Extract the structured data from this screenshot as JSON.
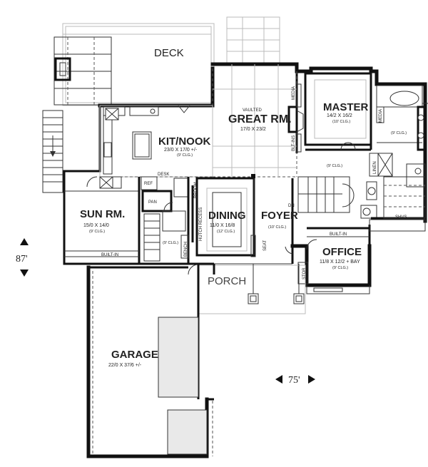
{
  "rooms": {
    "deck": {
      "name": "DECK"
    },
    "great_room": {
      "vaulted": "VAULTED",
      "name": "GREAT RM.",
      "dims": "17/0 X 23/2"
    },
    "master": {
      "name": "MASTER",
      "dims": "14/2 X 16/2",
      "ceiling": "(10' CLG.)"
    },
    "kit_nook": {
      "name": "KIT/NOOK",
      "dims": "23/0 X 17/0 +/-",
      "ceiling": "(9' CLG.)"
    },
    "sun_room": {
      "name": "SUN RM.",
      "dims": "15/0 X 14/0",
      "ceiling": "(9' CLG.)"
    },
    "dining": {
      "name": "DINING",
      "dims": "11/0 X 16/8",
      "ceiling": "(12' CLG.)"
    },
    "foyer": {
      "name": "FOYER",
      "ceiling": "(10' CLG.)"
    },
    "office": {
      "name": "OFFICE",
      "dims": "11/8 X 12/2 + BAY",
      "ceiling": "(9' CLG.)"
    },
    "porch": {
      "name": "PORCH"
    },
    "garage": {
      "name": "GARAGE",
      "dims": "22/0 X 37/6 +/-"
    }
  },
  "labels": {
    "media": "MEDIA",
    "media2": "MEDIA",
    "bltins": "BLT-INS",
    "desk": "DESK",
    "ref": "REF",
    "pan": "PAN",
    "broom": "BROOM",
    "hutch_recess": "HUTCH RECESS",
    "bench": "BENCH",
    "seat": "SEAT",
    "dn": "DN",
    "built_in_office": "BUILT-IN",
    "built_in_sun": "BUILT-IN",
    "stor": "STOR",
    "linen": "LINEN",
    "shvs": "SHVS",
    "clg_bath": "(9' CLG.)",
    "clg_hall": "(9' CLG.)",
    "clg_mud": "(9' CLG.)"
  },
  "dimensions": {
    "depth": "87'",
    "width": "75'"
  }
}
